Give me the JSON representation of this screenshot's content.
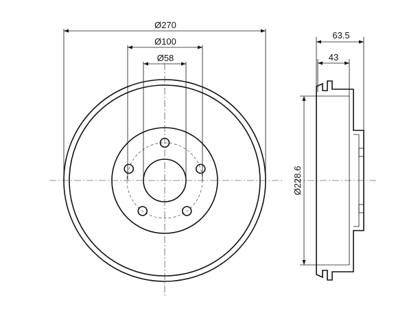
{
  "front_view": {
    "outer_diameter_label": "Ø270",
    "bolt_circle_label": "Ø100",
    "center_bore_label": "Ø58",
    "bolt_hole_count": 5
  },
  "side_view": {
    "overall_width_label": "63.5",
    "hub_depth_label": "43",
    "braking_diameter_label": "Ø228.6"
  }
}
